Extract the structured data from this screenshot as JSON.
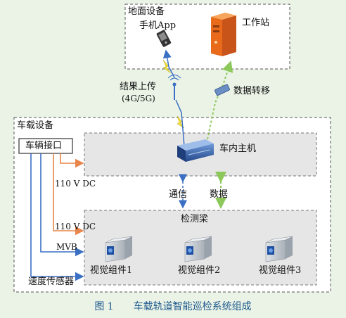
{
  "ground": {
    "title": "地面设备",
    "phone_app": "手机App",
    "workstation": "工作站"
  },
  "links": {
    "upload_line1": "结果上传",
    "upload_line2": "(4G/5G)",
    "data_transfer": "数据转移",
    "comm": "通信",
    "data": "数据"
  },
  "vehicle": {
    "title": "车载设备",
    "interface": "车辆接口",
    "host": "车内主机",
    "power1": "110 V DC",
    "power2": "110 V DC",
    "mvb": "MVB",
    "speed_sensor": "速度传感器"
  },
  "beam": {
    "title": "检测梁",
    "modules": [
      "视觉组件1",
      "视觉组件2",
      "视觉组件3"
    ]
  },
  "caption": "图 1　　车载轨道智能巡检系统组成",
  "colors": {
    "background": "#eaf3e6",
    "orange_line": "#e8854a",
    "blue_line": "#3a6fc4",
    "green_arrow": "#8cc85a",
    "host_blue": "#2e5da8",
    "lightning": "#f2e03a",
    "caption": "#1f5a8e"
  }
}
